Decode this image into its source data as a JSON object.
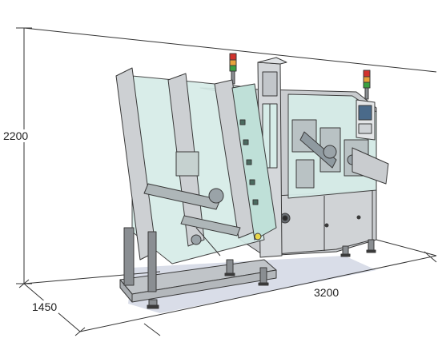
{
  "dimensions": {
    "height": "2200",
    "depth": "1450",
    "width": "3200"
  },
  "colors": {
    "frame_gray": "#c9cccf",
    "panel_glass": "#d6ece8",
    "base_shadow": "#d9dde8",
    "outline": "#3a3a3a",
    "dimension_line": "#333333",
    "signal_red": "#d2322d",
    "signal_amber": "#e8a23a",
    "signal_green": "#3aa040",
    "hmi_screen": "#4a6a8a"
  }
}
